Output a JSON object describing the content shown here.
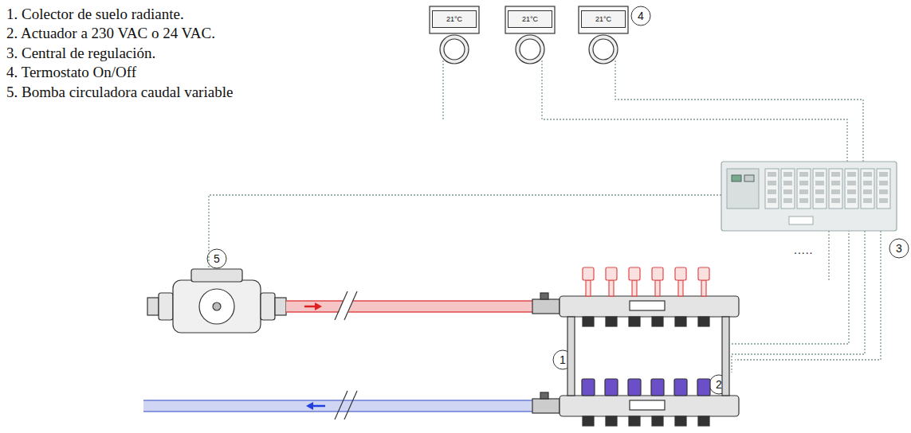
{
  "diagram": {
    "nodes": [
      {
        "text": [
          "21°C"
        ]
      },
      {
        "text": [
          "21°C"
        ]
      },
      {
        "text": [
          "21°C"
        ]
      }
    ],
    "labels": [
      "1. Colector de suelo radiante.",
      "2. Actuador a 230 VAC o 24 VAC.",
      "3. Central de regulación.",
      "4. Termostato On/Off",
      "5. Bomba circuladora caudal variable",
      "4",
      "5",
      "3",
      "1",
      "2",
      "....."
    ]
  }
}
